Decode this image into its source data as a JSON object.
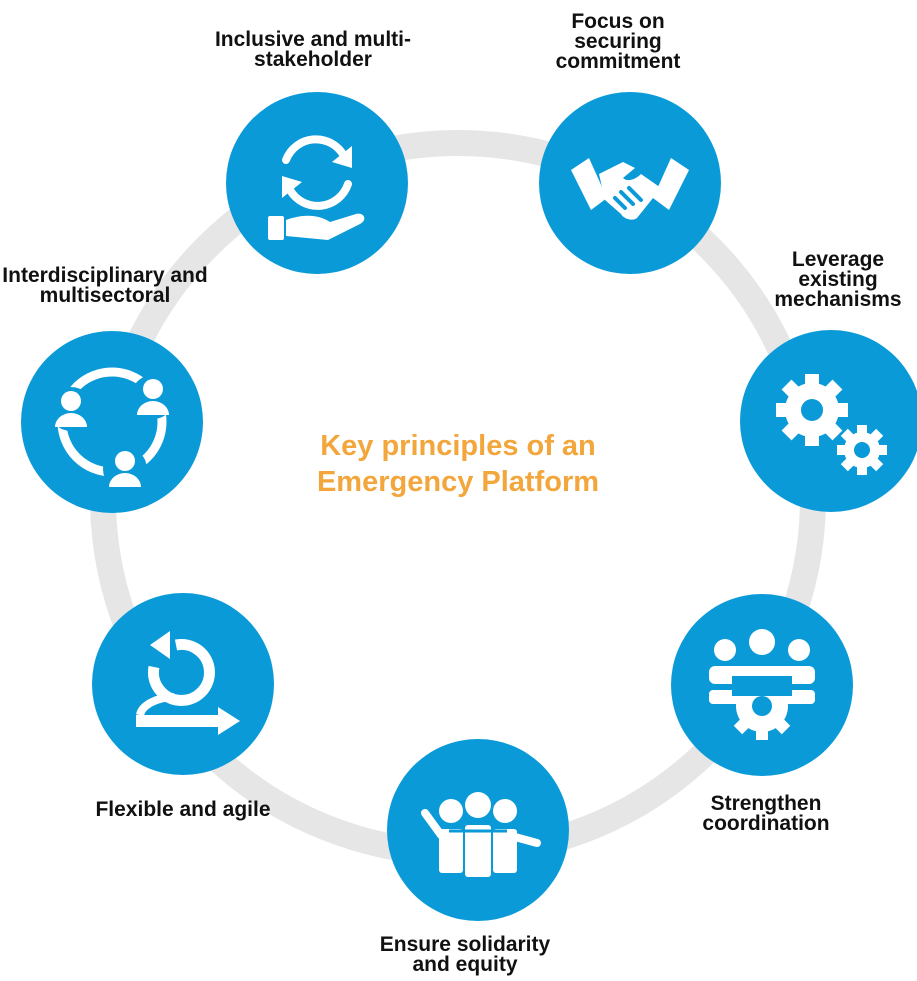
{
  "diagram": {
    "center_title": "Key principles of an Emergency Platform",
    "principles": [
      {
        "id": "inclusive",
        "label": "Inclusive and multi-stakeholder",
        "icon": "cycle-hand-icon"
      },
      {
        "id": "commitment",
        "label": "Focus on securing commitment",
        "icon": "handshake-icon"
      },
      {
        "id": "leverage",
        "label": "Leverage existing mechanisms",
        "icon": "gears-icon"
      },
      {
        "id": "coordination",
        "label": "Strengthen coordination",
        "icon": "team-gear-icon"
      },
      {
        "id": "solidarity",
        "label": "Ensure solidarity and equity",
        "icon": "group-embrace-icon"
      },
      {
        "id": "agile",
        "label": "Flexible and agile",
        "icon": "agile-loop-icon"
      },
      {
        "id": "interdisciplinary",
        "label": "Interdisciplinary and multisectoral",
        "icon": "people-network-icon"
      }
    ],
    "colors": {
      "node": "#0a9ad8",
      "ring": "#e6e6e6",
      "title": "#f2a63c",
      "label": "#111111"
    }
  }
}
